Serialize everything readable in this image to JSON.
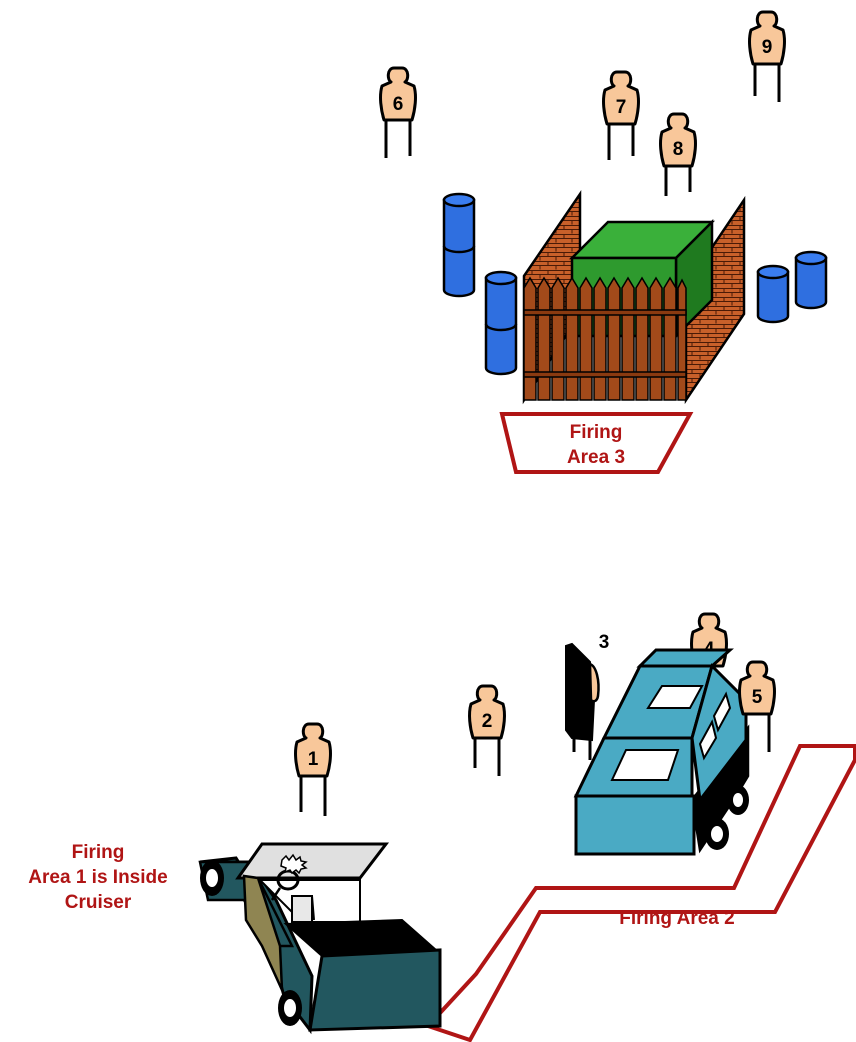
{
  "targets": [
    {
      "id": "t1",
      "label": "1"
    },
    {
      "id": "t2",
      "label": "2"
    },
    {
      "id": "t3",
      "label": "3"
    },
    {
      "id": "t4",
      "label": "4"
    },
    {
      "id": "t5",
      "label": "5"
    },
    {
      "id": "t6",
      "label": "6"
    },
    {
      "id": "t7",
      "label": "7"
    },
    {
      "id": "t8",
      "label": "8"
    },
    {
      "id": "t9",
      "label": "9"
    }
  ],
  "firing_areas": {
    "area1": {
      "lines": [
        "Firing",
        "Area 1 is Inside",
        "Cruiser"
      ]
    },
    "area2": {
      "label": "Firing Area 2"
    },
    "area3": {
      "lines": [
        "Firing",
        "Area 3"
      ]
    }
  },
  "colors": {
    "target_fill": "#f8c79a",
    "barrel_blue": "#2f6fe0",
    "brick": "#c8602a",
    "fence": "#a24a1a",
    "green_box": "#2e9a2e",
    "cruiser": "#22575f",
    "car_blue": "#4aaac4",
    "firing_area_red": "#b01515"
  }
}
